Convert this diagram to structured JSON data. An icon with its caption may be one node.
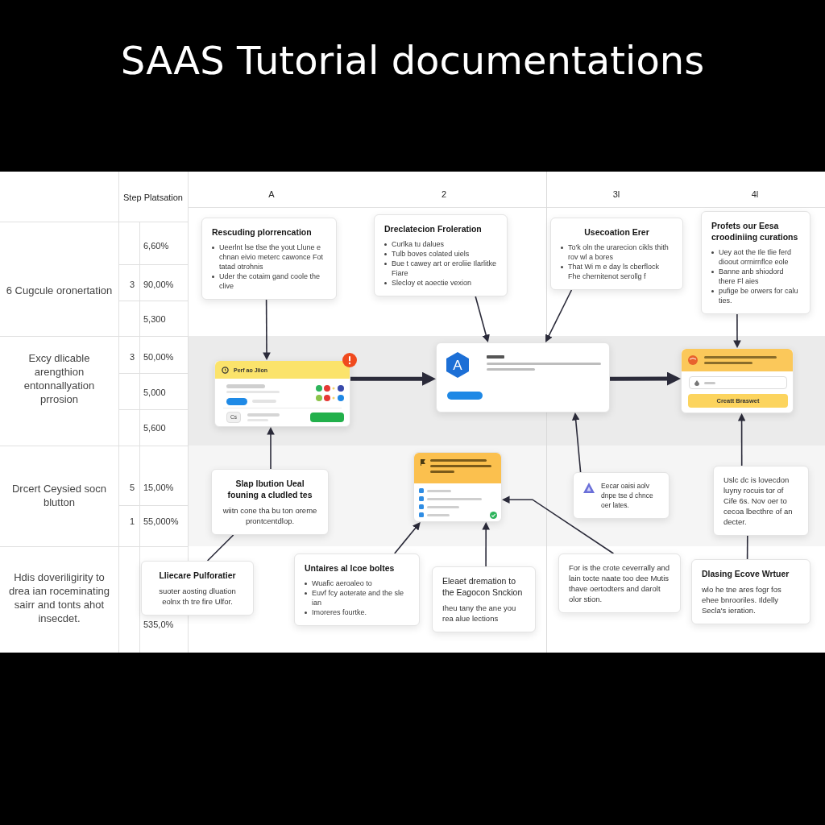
{
  "diagram": {
    "title": "SAAS Tutorial documentations",
    "nodes": [
      {
        "text": [
          "Rescuding plorrencation",
          "Ueerlnt lse tlse the yout Llune e chnan eivio meterc cawonce Fot tatad otrohnis",
          "Uder the cotaim gand coole the clive"
        ]
      },
      {
        "text": [
          "Dreclatecion Froleration",
          "Curlka tu dalues",
          "Tulb boves colated uiels",
          "Bue t cawey art or eroliie Ilarlitke Fiare",
          "Slecloy et aoectie vexion"
        ]
      },
      {
        "text": [
          "Usecoation Erer",
          "To'k oln the urarecion cikls thith rov wl a bores",
          "That Wi m e day ls cberflock Fhe chernitenot serollg f"
        ]
      },
      {
        "text": [
          "Profets our Eesa croodiniing curations",
          "Uey aot the Ile tlie ferd dioout orrnirnflce eole",
          "Banne anb shiodord there Fl aies",
          "pufige be orwers for calu ties."
        ]
      },
      {
        "text": [
          "Perf ao Jiion",
          "Cs"
        ]
      },
      {
        "text": [
          "A"
        ]
      },
      {
        "text": [
          "Creatt Braswet"
        ]
      },
      {
        "text": [
          "Slap lbution Ueal founing a cludled tes",
          "wiitn cone tha bu ton oreme prontcentdlop."
        ]
      },
      {
        "text": [],
        "shape": "picture"
      },
      {
        "text": [
          "Eecar oaisi aolv dnpe tse d chnce oer lates."
        ]
      },
      {
        "text": [
          "Uslc dc is lovecdon luyny rocuis tor of Cife 6s. Nov oer to cecoa lbecthre of an decter."
        ]
      },
      {
        "text": [
          "Lliecare Pulforatier",
          "suoter aosting dluation eolnx th tre fire Ulfor."
        ]
      },
      {
        "text": [
          "Untaires al lcoe boltes",
          "Wuafic aeroaleo to",
          "Euvf fcy aoterate and the sle ian",
          "Imoreres fourtke."
        ]
      },
      {
        "text": [
          "Eleaet dremation to the Eagocon Snckion",
          "Iheu tany the ane you rea alue lections"
        ]
      },
      {
        "text": [
          "For is the crote ceverrally and lain tocte naate too dee Mutis thave oertodters and darolt olor stion."
        ]
      },
      {
        "text": [
          "Dlasing Ecove Wrtuer",
          "wlo he tne ares fogr fos ehee bnrooriles. Ildelly Secla's ieration."
        ]
      }
    ],
    "edges": [
      {
        "from": 0,
        "to": 4,
        "arrow": "to"
      },
      {
        "from": 1,
        "to": 5,
        "arrow": "to"
      },
      {
        "from": 2,
        "to": 5,
        "arrow": "to"
      },
      {
        "from": 3,
        "to": 6,
        "arrow": "to"
      },
      {
        "from": 4,
        "to": 5,
        "arrow": "to",
        "style": "thick"
      },
      {
        "from": 5,
        "to": 6,
        "arrow": "to",
        "style": "thick"
      },
      {
        "from": 7,
        "to": 4,
        "arrow": "to"
      },
      {
        "from": 9,
        "to": 5,
        "arrow": "to"
      },
      {
        "from": 10,
        "to": 6,
        "arrow": "to"
      },
      {
        "from": 12,
        "to": 8,
        "arrow": "to"
      },
      {
        "from": 13,
        "to": 8,
        "arrow": "to"
      },
      {
        "from": 14,
        "to": 8,
        "arrow": "to"
      },
      {
        "from": 7,
        "to": 11,
        "arrow": "none"
      },
      {
        "from": 10,
        "to": 15,
        "arrow": "none"
      }
    ],
    "labels": [
      "Step Platsation",
      "A",
      "2",
      "3l",
      "4l",
      "6 Cugcule oronertation",
      "6,60%",
      "3",
      "90,00%",
      "5,300",
      "Excy dlicable arengthion entonnallyation prrosion",
      "3",
      "50,00%",
      "5,000",
      "5,600",
      "Drcert Ceysied socn blutton",
      "5",
      "15,00%",
      "1",
      "55,000%",
      "Hdis doveriligirity to drea ian roceminating sairr and tonts ahot insecdet.",
      "535,0%"
    ]
  }
}
